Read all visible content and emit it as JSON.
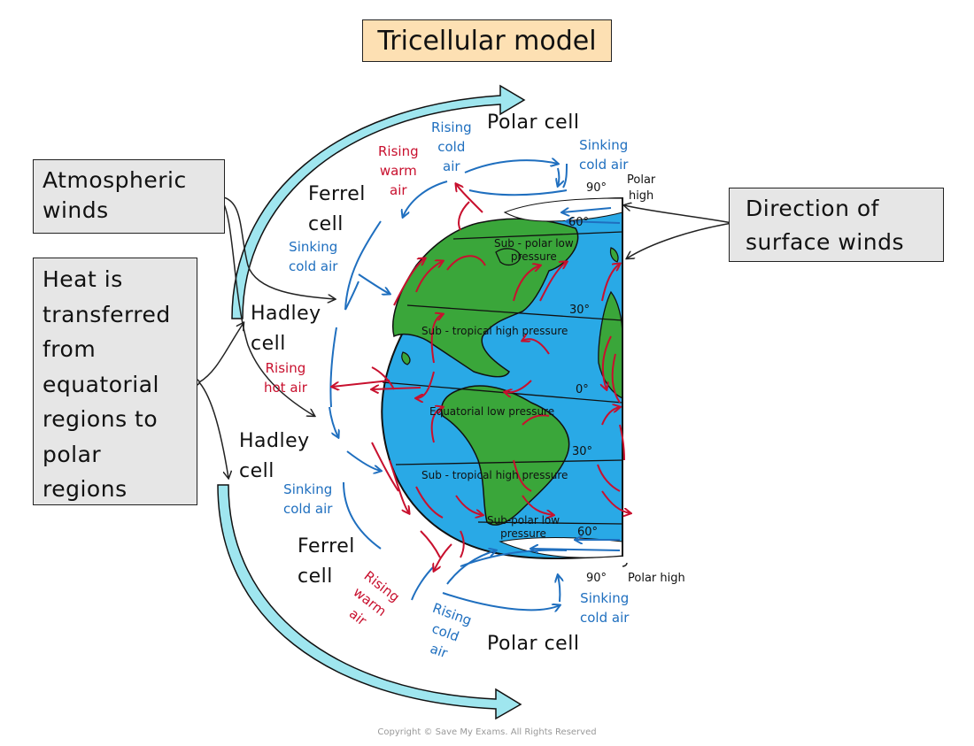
{
  "title": "Tricellular model",
  "boxes": {
    "atmospheric": "Atmospheric\nwinds",
    "heat": "Heat is\ntransferred\nfrom\nequatorial\nregions to\npolar\nregions",
    "direction": "Direction of\nsurface winds"
  },
  "cells": {
    "polar_top": "Polar cell",
    "ferrel_top": "Ferrel\ncell",
    "hadley_top": "Hadley\ncell",
    "hadley_bottom": "Hadley\ncell",
    "ferrel_bottom": "Ferrel\ncell",
    "polar_bottom": "Polar cell"
  },
  "air": {
    "rising_cold_top": "Rising\ncold\nair",
    "rising_warm_top": "Rising\nwarm\nair",
    "sinking_cold_top_right": "Sinking\ncold air",
    "sinking_cold_top_left": "Sinking\ncold air",
    "rising_hot": "Rising\nhot air",
    "sinking_cold_bottom_left": "Sinking\ncold air",
    "rising_warm_bottom": "Rising\nwarm\nair",
    "rising_cold_bottom": "Rising\ncold\nair",
    "sinking_cold_bottom_right": "Sinking\ncold air"
  },
  "globe": {
    "polar_high_top": "Polar\nhigh",
    "polar_high_bottom": "Polar high",
    "deg90_top": "90°",
    "deg60_top": "60°",
    "deg30_top": "30°",
    "deg0": "0°",
    "deg30_bottom": "30°",
    "deg60_bottom": "60°",
    "deg90_bottom": "90°",
    "subpolar_top": "Sub - polar low\npressure",
    "subtropical_top": "Sub - tropical high pressure",
    "equatorial": "Equatorial low pressure",
    "subtropical_bottom": "Sub - tropical high pressure",
    "subpolar_bottom": "Sub-polar low\npressure"
  },
  "colors": {
    "ocean": "#29a9e6",
    "land": "#3aa63a",
    "arrow_blue": "#1f6fbf",
    "arrow_red": "#c8102e",
    "cyan_arrow": "#9fe6ef",
    "title_bg": "#fde0b3",
    "box_bg": "#e6e6e6"
  },
  "copyright": "Copyright © Save My Exams. All Rights Reserved"
}
